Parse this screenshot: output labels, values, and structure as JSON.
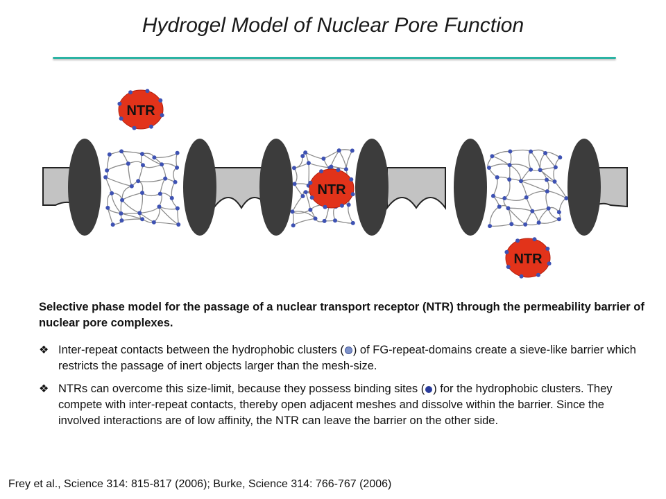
{
  "title": "Hydrogel Model of Nuclear Pore Function",
  "diagram": {
    "ntr_label": "NTR",
    "colors": {
      "ntr_fill": "#e2331a",
      "pore_protein": "#3c3c3c",
      "membrane": "#c3c3c3",
      "fg_strand": "#8c8c8c",
      "fg_cluster": "#3e52b3",
      "accent_rule": "#2bb3a3"
    }
  },
  "caption": "Selective phase model for the passage of a nuclear transport receptor (NTR) through the permeability barrier of nuclear pore complexes.",
  "bullets": [
    {
      "icon": "diamond-bullet-icon",
      "before": "Inter-repeat contacts between the hydrophobic clusters (",
      "after": ") of FG-repeat-domains create a sieve-like barrier which restricts the passage of inert objects larger than the mesh-size."
    },
    {
      "icon": "diamond-bullet-icon",
      "before": "NTRs can overcome this size-limit, because they possess binding sites (",
      "after": ") for the hydrophobic clusters. They compete with inter-repeat contacts, thereby open adjacent meshes and dissolve within the barrier. Since the involved interactions are of low affinity, the NTR can leave the barrier on the other side."
    }
  ],
  "reference": "Frey et al., Science 314: 815-817 (2006); Burke, Science 314: 766-767 (2006)"
}
